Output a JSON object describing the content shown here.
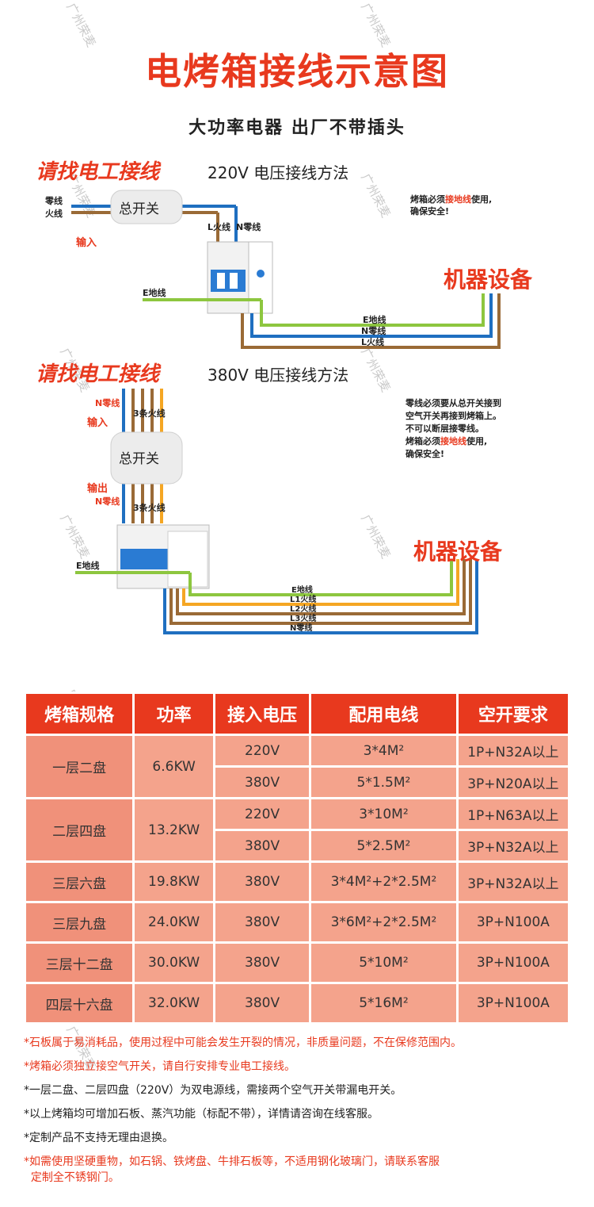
{
  "header": {
    "title": "电烤箱接线示意图",
    "subtitle": "大功率电器 出厂不带插头"
  },
  "watermark": "广州荣麦",
  "diagram_220": {
    "call_electrician": "请找电工接线",
    "heading": "220V 电压接线方法",
    "zero_line": "零线",
    "live_line": "火线",
    "input": "输入",
    "main_switch": "总开关",
    "l_live": "L火线",
    "n_zero": "N零线",
    "e_ground": "E地线",
    "device": "机器设备",
    "bus_e": "E地线",
    "bus_n": "N零线",
    "bus_l": "L火线",
    "note_pre": "烤箱必须",
    "note_hl": "接地线",
    "note_post": "使用,",
    "note_line2": "确保安全!"
  },
  "diagram_380": {
    "call_electrician": "请找电工接线",
    "heading": "380V 电压接线方法",
    "n_zero_top": "N零线",
    "three_live_top": "3条火线",
    "input": "输入",
    "main_switch": "总开关",
    "output": "输出",
    "n_zero_bottom": "N零线",
    "three_live_bottom": "3条火线",
    "e_ground": "E地线",
    "device": "机器设备",
    "bus_e": "E地线",
    "bus_l1": "L1火线",
    "bus_l2": "L2火线",
    "bus_l3": "L3火线",
    "bus_n": "N零线",
    "note_line1": "零线必须要从总开关接到",
    "note_line2": "空气开关再接到烤箱上。",
    "note_line3": "不可以断层接零线。",
    "note_pre": "烤箱必须",
    "note_hl": "接地线",
    "note_post": "使用,",
    "note_line5": "确保安全!"
  },
  "colors": {
    "accent": "#e8391e",
    "header_bg": "#e8391e",
    "cell_bg": "#f4a38c",
    "wire_blue": "#1f6fc0",
    "wire_brown": "#9a6a36",
    "wire_green": "#8dc63f",
    "wire_orange": "#f5a623"
  },
  "table": {
    "headers": [
      "烤箱规格",
      "功率",
      "接入电压",
      "配用电线",
      "空开要求"
    ],
    "groups": [
      {
        "spec": "一层二盘",
        "power": "6.6KW",
        "rows": [
          {
            "voltage": "220V",
            "cable": "3*4M²",
            "breaker": "1P+N32A以上"
          },
          {
            "voltage": "380V",
            "cable": "5*1.5M²",
            "breaker": "3P+N20A以上"
          }
        ]
      },
      {
        "spec": "二层四盘",
        "power": "13.2KW",
        "rows": [
          {
            "voltage": "220V",
            "cable": "3*10M²",
            "breaker": "1P+N63A以上"
          },
          {
            "voltage": "380V",
            "cable": "5*2.5M²",
            "breaker": "3P+N32A以上"
          }
        ]
      },
      {
        "spec": "三层六盘",
        "power": "19.8KW",
        "rows": [
          {
            "voltage": "380V",
            "cable": "3*4M²+2*2.5M²",
            "breaker": "3P+N32A以上"
          }
        ]
      },
      {
        "spec": "三层九盘",
        "power": "24.0KW",
        "rows": [
          {
            "voltage": "380V",
            "cable": "3*6M²+2*2.5M²",
            "breaker": "3P+N100A"
          }
        ]
      },
      {
        "spec": "三层十二盘",
        "power": "30.0KW",
        "rows": [
          {
            "voltage": "380V",
            "cable": "5*10M²",
            "breaker": "3P+N100A"
          }
        ]
      },
      {
        "spec": "四层十六盘",
        "power": "32.0KW",
        "rows": [
          {
            "voltage": "380V",
            "cable": "5*16M²",
            "breaker": "3P+N100A"
          }
        ]
      }
    ]
  },
  "notes": [
    {
      "text": "*石板属于易消耗品，使用过程中可能会发生开裂的情况，非质量问题，不在保修范围内。",
      "color": "red"
    },
    {
      "text": "*烤箱必须独立接空气开关，请自行安排专业电工接线。",
      "color": "red"
    },
    {
      "text": "*一层二盘、二层四盘（220V）为双电源线，需接两个空气开关带漏电开关。",
      "color": "black"
    },
    {
      "text": "*以上烤箱均可增加石板、蒸汽功能（标配不带），详情请咨询在线客服。",
      "color": "black"
    },
    {
      "text": "*定制产品不支持无理由退换。",
      "color": "black"
    },
    {
      "text": "*如需使用坚硬重物，如石锅、铁烤盘、牛排石板等，不适用钢化玻璃门，请联系客服",
      "color": "red"
    },
    {
      "text": "  定制全不锈钢门。",
      "color": "red"
    }
  ]
}
